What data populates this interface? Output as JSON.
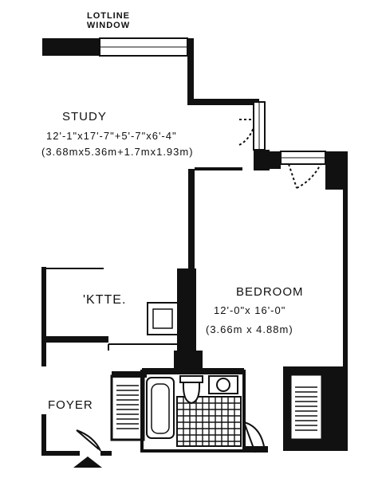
{
  "window_label": {
    "line1": "LOTLINE",
    "line2": "WINDOW"
  },
  "study": {
    "name": "STUDY",
    "dims_imperial": "12'-1\"x17'-7\"+5'-7\"x6'-4\"",
    "dims_metric": "(3.68mx5.36m+1.7mx1.93m)"
  },
  "kitchenette": {
    "name": "'KTTE."
  },
  "bedroom": {
    "name": "BEDROOM",
    "dims_imperial": "12'-0\"x 16'-0\"",
    "dims_metric": "(3.66m x 4.88m)"
  },
  "foyer": {
    "name": "FOYER"
  }
}
